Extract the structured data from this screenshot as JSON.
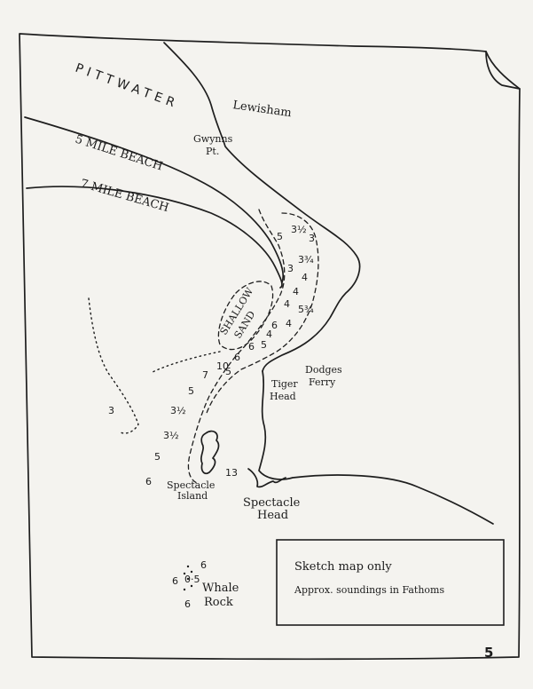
{
  "map": {
    "places": {
      "pittwater": "PITTWATER",
      "lewisham": "Lewisham",
      "gwynns_pt_1": "Gwynns",
      "gwynns_pt_2": "Pt.",
      "five_mile_beach": "5 MILE BEACH",
      "seven_mile_beach": "7 MILE BEACH",
      "shallow": "SHALLOW",
      "sand": "SAND",
      "dodges_ferry_1": "Dodges",
      "dodges_ferry_2": "Ferry",
      "tiger_head_1": "Tiger",
      "tiger_head_2": "Head",
      "spectacle_island_1": "Spectacle",
      "spectacle_island_2": "Island",
      "spectacle_head_1": "Spectacle",
      "spectacle_head_2": "Head",
      "whale_rock_1": "Whale",
      "whale_rock_2": "Rock"
    },
    "soundings": [
      "5",
      "3½",
      "3",
      "3¾",
      "3",
      "4",
      "4",
      "5¾",
      "4",
      "4",
      "6",
      "5",
      "6",
      "4",
      "6",
      "10",
      "5",
      "7",
      "5",
      "3½",
      "3½",
      "5",
      "6",
      "3",
      "13",
      "6",
      "6",
      "0·5",
      "6"
    ],
    "legend": {
      "line1": "Sketch map only",
      "line2": "Approx. soundings in Fathoms"
    },
    "page_number": "5"
  }
}
